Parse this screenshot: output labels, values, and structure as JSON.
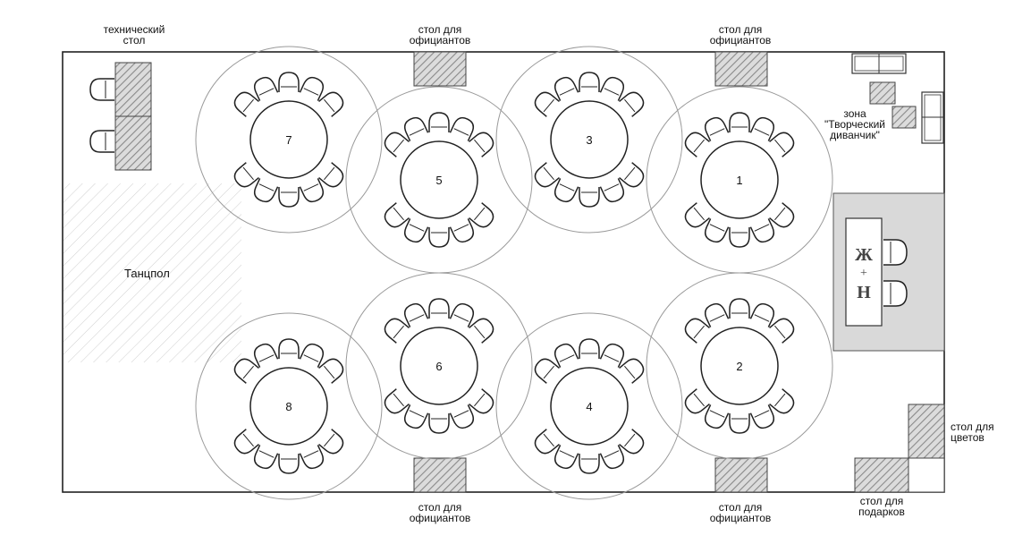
{
  "labels": {
    "tech_table": "технический\nстол",
    "waiter_top_left": "стол для\nофициантов",
    "waiter_top_right": "стол для\nофициантов",
    "waiter_bottom_left": "стол для\nофициантов",
    "waiter_bottom_right": "стол для\nофициантов",
    "creative_zone": "зона\n\"Творческий\nдиванчик\"",
    "dance_floor": "Танцпол",
    "flowers_table": "стол для\nцветов",
    "gifts_table": "стол для\nподарков"
  },
  "head_table": {
    "line1": "Ж",
    "plus": "+",
    "line2": "Н"
  },
  "tables": [
    {
      "number": "7",
      "chairs": 10
    },
    {
      "number": "5",
      "chairs": 10
    },
    {
      "number": "3",
      "chairs": 10
    },
    {
      "number": "1",
      "chairs": 10
    },
    {
      "number": "8",
      "chairs": 10
    },
    {
      "number": "6",
      "chairs": 10
    },
    {
      "number": "4",
      "chairs": 10
    },
    {
      "number": "2",
      "chairs": 10
    }
  ],
  "colors": {
    "hatch": "#8a8a8a",
    "hatch_bg": "#dcdcdc",
    "stage": "#d9d9d9",
    "outline": "#222222",
    "zone_circle": "#9a9a9a"
  }
}
